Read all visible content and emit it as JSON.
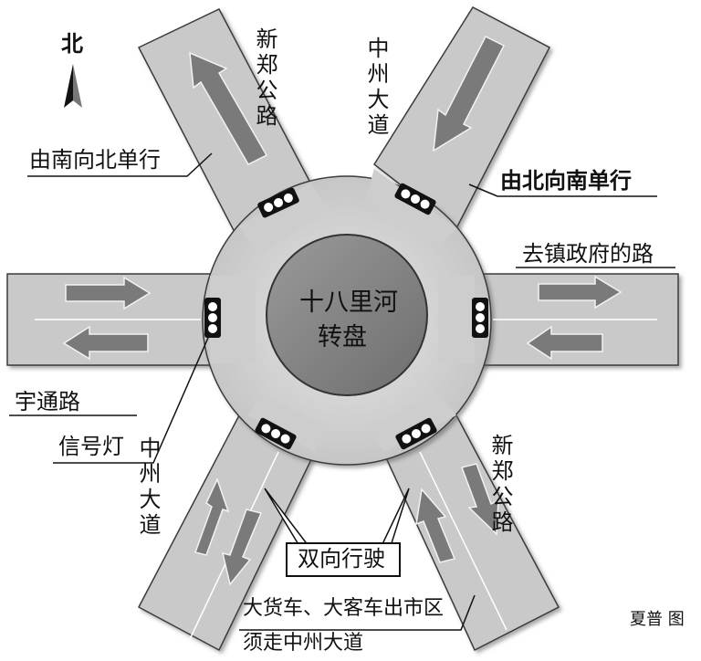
{
  "compass": {
    "label": "北"
  },
  "roundabout": {
    "line1": "十八里河",
    "line2": "转盘"
  },
  "roads": {
    "xinzheng_north": "新郑公路",
    "zhongzhou_north": "中州大道",
    "to_town_gov": "去镇政府的路",
    "yutong": "宇通路",
    "zhongzhou_south": "中州大道",
    "xinzheng_south": "新郑公路"
  },
  "notes": {
    "one_way_north": "由南向北单行",
    "one_way_south": "由北向南单行",
    "signal": "信号灯",
    "two_way": "双向行驶",
    "truck_line1": "大货车、大客车出市区",
    "truck_line2": "须走中州大道",
    "credit": "夏普  图"
  },
  "colors": {
    "road": "#c8c8c8",
    "ring": "#cdcdcd",
    "center": "#8c8c8c",
    "arrow": "#7c7c7c",
    "outline": "#333333"
  }
}
